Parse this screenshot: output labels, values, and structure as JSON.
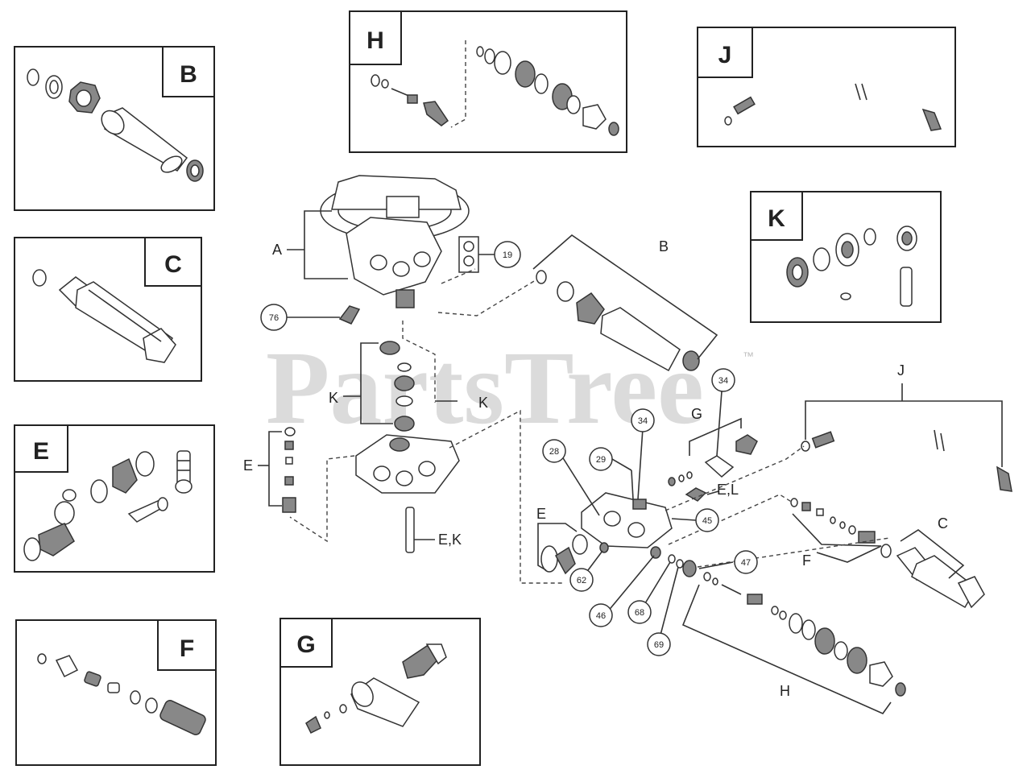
{
  "watermark": {
    "text": "PartsTree",
    "trademark": "™"
  },
  "boxes": {
    "B": "B",
    "C": "C",
    "E": "E",
    "F": "F",
    "G": "G",
    "H": "H",
    "J": "J",
    "K": "K"
  },
  "labels": {
    "A": "A",
    "B": "B",
    "K_left": "K",
    "K_right": "K",
    "E_left": "E",
    "EK": "E,K",
    "E_mid": "E",
    "G": "G",
    "EL": "E,L",
    "J": "J",
    "F": "F",
    "C": "C",
    "H": "H"
  },
  "callouts": {
    "n19": "19",
    "n76": "76",
    "n34a": "34",
    "n34b": "34",
    "n29": "29",
    "n28": "28",
    "n45": "45",
    "n47": "47",
    "n62": "62",
    "n46": "46",
    "n68": "68",
    "n69": "69"
  }
}
